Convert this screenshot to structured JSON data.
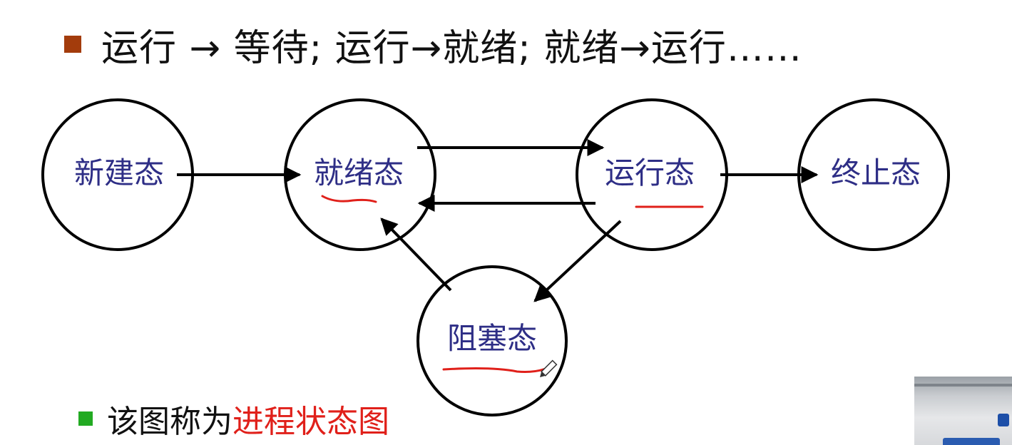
{
  "headline": {
    "text": "运行 → 等待; 运行→就绪; 就绪→运行……",
    "bullet_color": "#a33c0c"
  },
  "diagram": {
    "nodes": [
      {
        "id": "new",
        "label": "新建态"
      },
      {
        "id": "ready",
        "label": "就绪态"
      },
      {
        "id": "running",
        "label": "运行态"
      },
      {
        "id": "terminated",
        "label": "终止态"
      },
      {
        "id": "blocked",
        "label": "阻塞态"
      }
    ],
    "edges": [
      {
        "from": "new",
        "to": "ready"
      },
      {
        "from": "ready",
        "to": "running"
      },
      {
        "from": "running",
        "to": "ready"
      },
      {
        "from": "running",
        "to": "terminated"
      },
      {
        "from": "running",
        "to": "blocked"
      },
      {
        "from": "blocked",
        "to": "ready"
      }
    ],
    "label_color": "#2e2e86",
    "annotation_color": "#e0201a"
  },
  "caption": {
    "prefix": "该图称为",
    "highlight": "进程状态图",
    "bullet_color": "#22aa22"
  },
  "thumbnail": {
    "icon": "video-thumbnail"
  }
}
